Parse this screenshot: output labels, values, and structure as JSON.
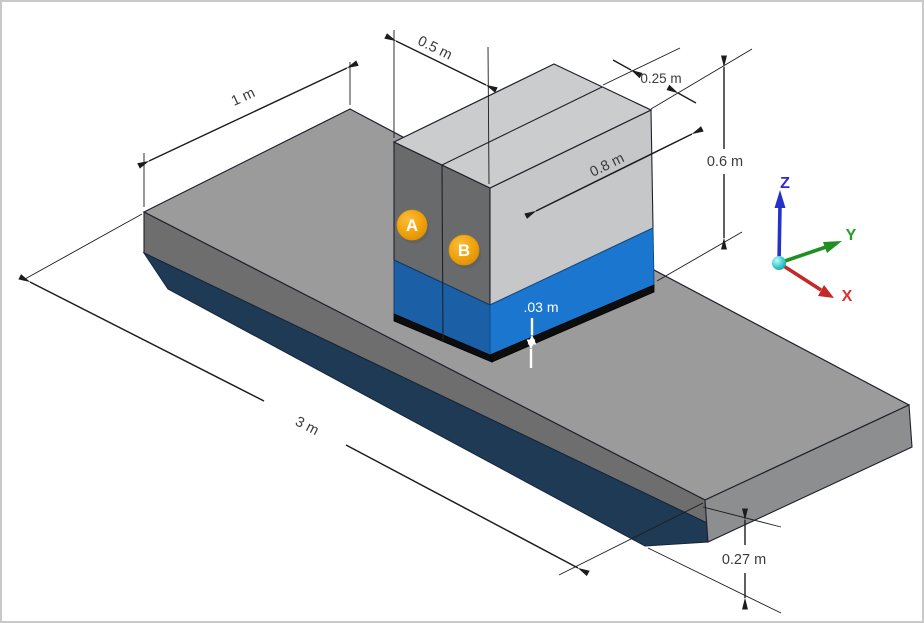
{
  "figure": {
    "description": "Isometric CAD drawing of two vertical plates bonded by a thin layer to a long base slab, with dimension annotations",
    "dims": {
      "slab_width": "1 m",
      "slab_length": "3 m",
      "slab_thickness": "0.27 m",
      "plate_pair_width": "0.5 m",
      "plate_thickness": "0.25 m",
      "plate_length": "0.8 m",
      "plate_height": "0.6 m",
      "bond_layer_thickness": ".03 m"
    },
    "badges": {
      "plate_a": "A",
      "plate_b": "B"
    },
    "triad": {
      "x": "X",
      "y": "Y",
      "z": "Z"
    },
    "colors": {
      "slab_top": "#9b9b9c",
      "slab_front": "#6e6e6f",
      "slab_right_end": "#8d8e8f",
      "slab_chamfer_navy": "#1e3a55",
      "plate_top": "#cbccce",
      "plate_front": "#c6c7c9",
      "plate_side": "#696a6c",
      "bond_blue_front": "#1b76d0",
      "bond_blue_side": "#1b5fa6",
      "bond_black": "#0d0d0d",
      "badge_orange": "#f0a30c",
      "axis_x_red": "#c62828",
      "axis_y_green": "#1f8f1f",
      "axis_z_blue": "#2532c8",
      "edge_line": "#20202c"
    }
  }
}
